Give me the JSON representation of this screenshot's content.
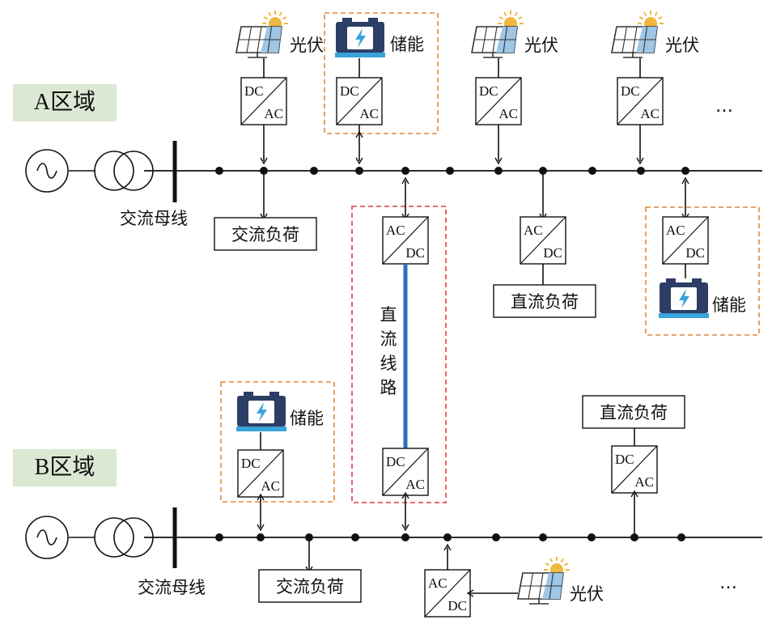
{
  "regions": {
    "a": {
      "title": "A区域"
    },
    "b": {
      "title": "B区域"
    }
  },
  "labels": {
    "pv": "光伏",
    "storage": "储能",
    "ac_bus": "交流母线",
    "ac_load": "交流负荷",
    "dc_load": "直流负荷",
    "dc_line_chars": [
      "直",
      "流",
      "线",
      "路"
    ],
    "ellipsis": "…"
  },
  "converter": {
    "dc": "DC",
    "ac": "AC"
  },
  "colors": {
    "region_tag_bg": "#dbe8d3",
    "storage_frame": "#e0883a",
    "dc_line_frame": "#e23b3b",
    "dc_line": "#2f6fb9",
    "battery_body": "#2c3e66",
    "battery_bolt": "#3aa3d9",
    "panel_fill": "#9ec6e6",
    "sun": "#f0b840"
  }
}
